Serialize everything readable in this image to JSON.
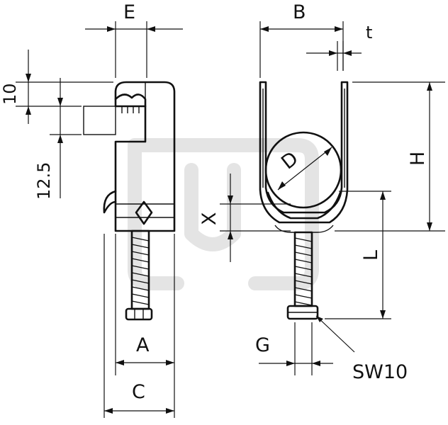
{
  "drawing": {
    "labels": {
      "e": "E",
      "b": "B",
      "t": "t",
      "ten": "10",
      "twelve_five": "12.5",
      "d": "D",
      "h": "H",
      "x": "X",
      "l": "L",
      "a": "A",
      "c": "C",
      "g": "G",
      "sw10": "SW10"
    }
  }
}
